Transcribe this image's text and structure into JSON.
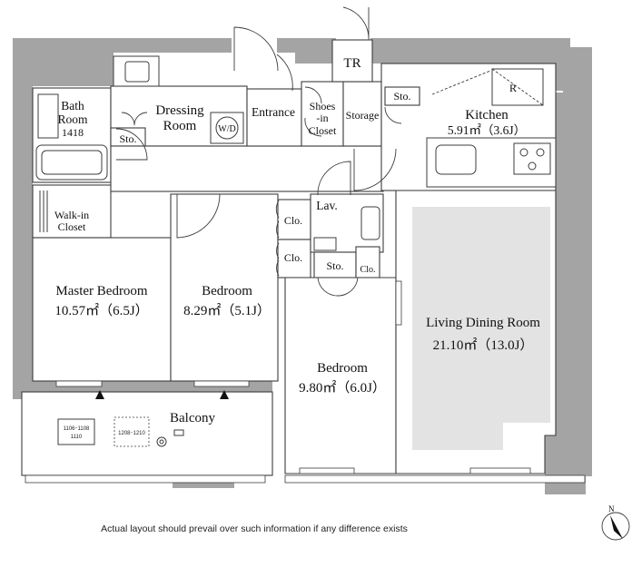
{
  "rooms": {
    "bath": {
      "name": "Bath",
      "name2": "Room",
      "number": "1418"
    },
    "dressing": {
      "name": "Dressing",
      "name2": "Room"
    },
    "wd": "W/D",
    "entrance": "Entrance",
    "shoes": {
      "line1": "Shoes",
      "line2": "-in",
      "line3": "Closet"
    },
    "storage": "Storage",
    "tr": "TR",
    "sto": "Sto.",
    "clo": "Clo.",
    "lav": "Lav.",
    "walkin": {
      "line1": "Walk-in",
      "line2": "Closet"
    },
    "kitchen": {
      "name": "Kitchen",
      "area": "5.91㎡（3.6J）"
    },
    "refrigerator": "R",
    "master": {
      "name": "Master Bedroom",
      "area": "10.57㎡（6.5J）"
    },
    "bedroom2": {
      "name": "Bedroom",
      "area": "8.29㎡（5.1J）"
    },
    "bedroom3": {
      "name": "Bedroom",
      "area": "9.80㎡（6.0J）"
    },
    "living": {
      "name": "Living Dining Room",
      "area": "21.10㎡（13.0J）"
    },
    "balcony": {
      "name": "Balcony",
      "note1a": "1106･1108",
      "note1b": "1110",
      "note2": "1208･1210"
    }
  },
  "north": "N",
  "disclaimer": "Actual layout should prevail over such information if any difference exists"
}
